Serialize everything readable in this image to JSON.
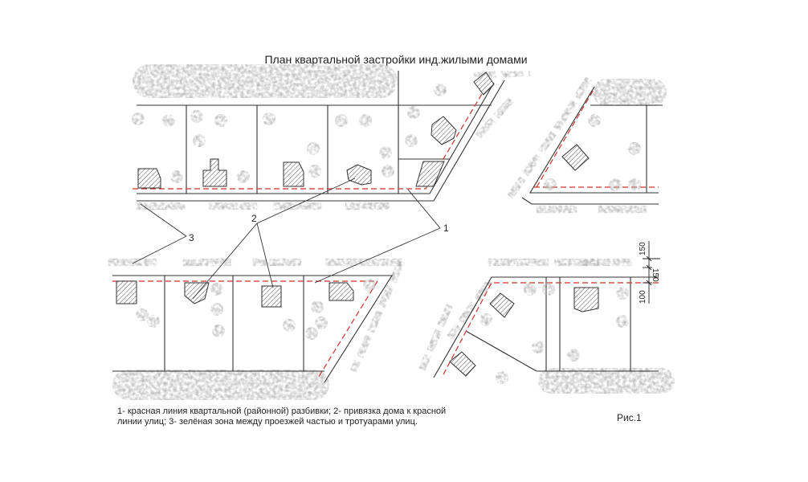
{
  "title": "План квартальной застройки инд.жилыми домами",
  "legend_line1": "1- красная линия квартальной (районной) разбивки; 2- привязка дома к красной",
  "legend_line2": "линии улиц;  3- зелёная зона между проезжей частью и тротуарами улиц.",
  "figure_label": "Рис.1",
  "callouts": {
    "red_line": "1",
    "house_binding": "2",
    "green_zone": "3"
  },
  "dimensions": {
    "top": "150",
    "middle": "150",
    "bottom": "100"
  },
  "colors": {
    "red_line": "#d0302a",
    "lines": "#333333",
    "greenery": "#9a9a9a"
  }
}
